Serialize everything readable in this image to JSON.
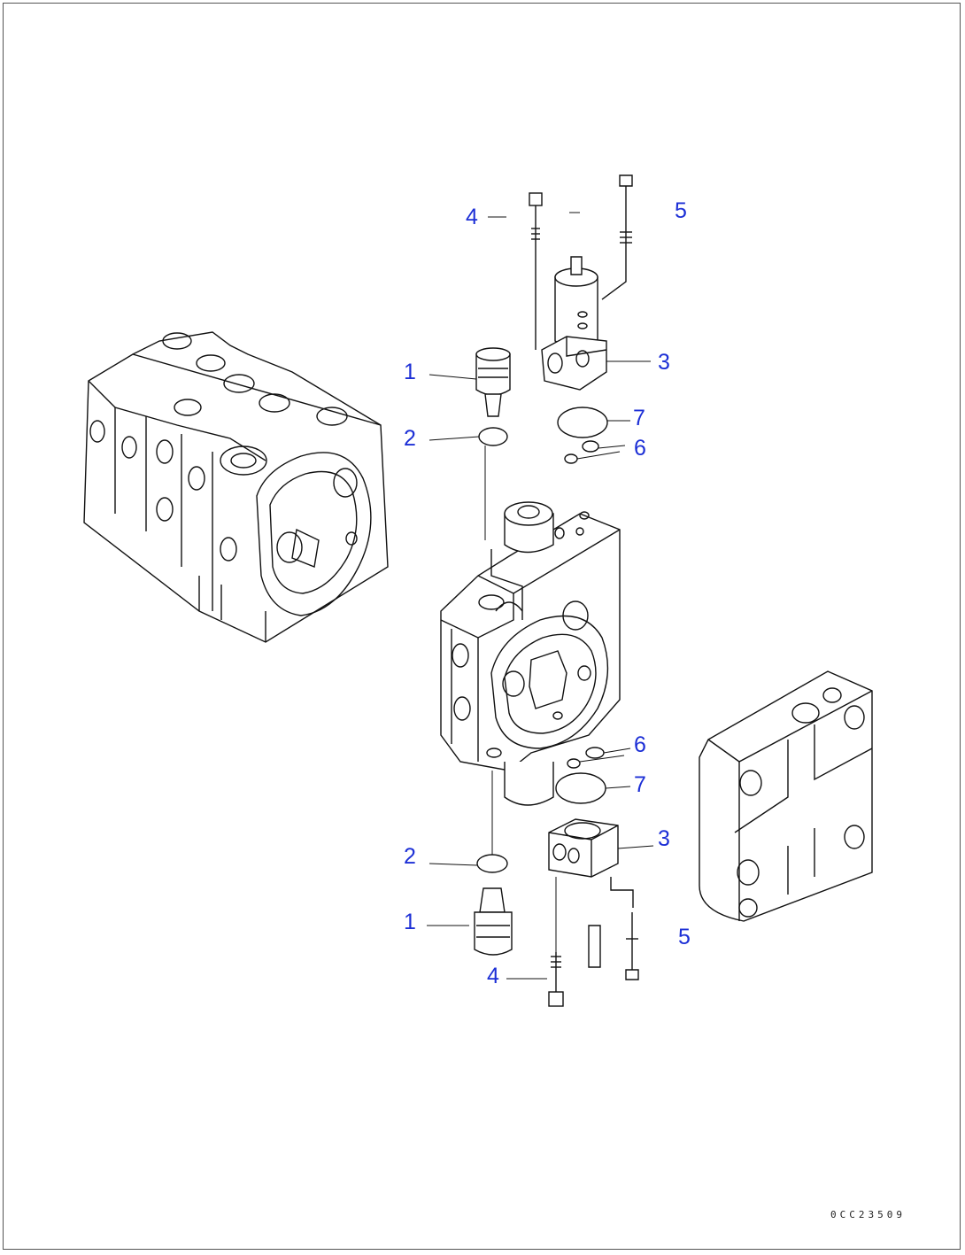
{
  "diagram": {
    "callouts": [
      "1",
      "2",
      "3",
      "4",
      "5",
      "6",
      "7"
    ],
    "drawing_code": "0CC23509",
    "colors": {
      "callout": "#1c2fd6",
      "line": "#111111",
      "frame": "#555555"
    }
  }
}
